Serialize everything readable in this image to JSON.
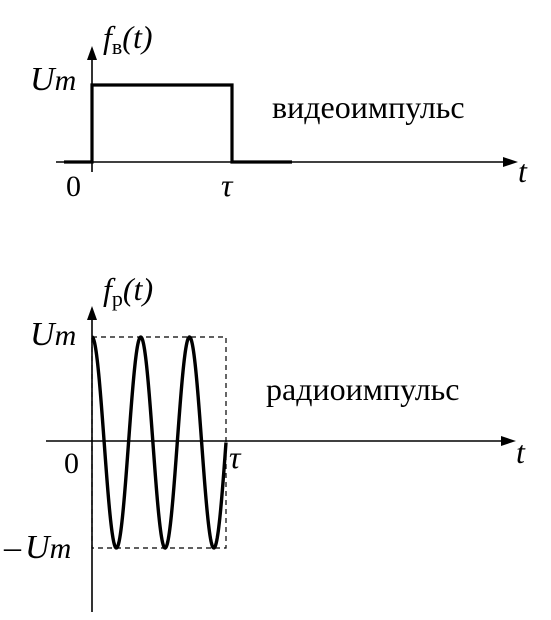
{
  "video": {
    "func_letter": "f",
    "func_sub": "в",
    "func_arg": "(t)",
    "amp_label": "U",
    "amp_sub": "m",
    "zero_label": "0",
    "tau_label": "τ",
    "t_label": "t",
    "caption": "видеоимпульс"
  },
  "radio": {
    "func_letter": "f",
    "func_sub": "р",
    "func_arg": "(t)",
    "amp_label": "U",
    "amp_sub": "m",
    "neg_amp_prefix": "–",
    "zero_label": "0",
    "tau_label": "τ",
    "t_label": "t",
    "caption": "радиоимпульс",
    "periods": 2.75
  },
  "colors": {
    "ink": "#000000",
    "background": "#ffffff"
  }
}
